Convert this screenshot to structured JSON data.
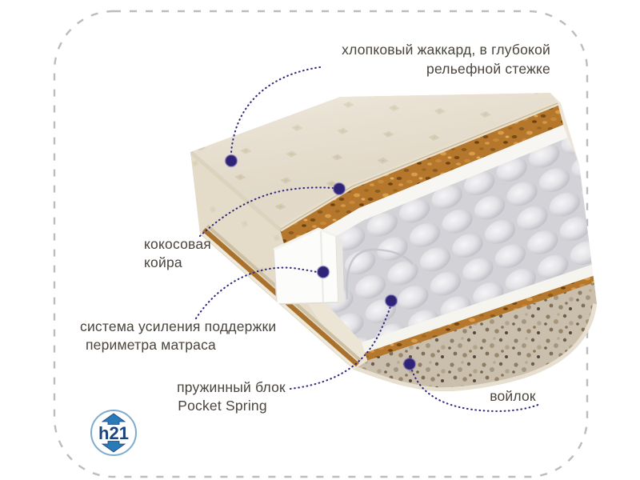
{
  "diagram_title": "mattress-layers-infographic",
  "labels": {
    "jacquard": {
      "line1": "хлопковый жаккард, в глубокой",
      "line2": "рельефной стежке"
    },
    "coir": {
      "line1": "кокосовая",
      "line2": "койра"
    },
    "perimeter": {
      "line1": "система усиления поддержки",
      "line2": "периметра матраса"
    },
    "spring": {
      "line1": "пружинный блок",
      "line2": "Pocket Spring"
    },
    "felt": {
      "line1": "войлок"
    }
  },
  "badge": {
    "text": "h21"
  },
  "colors": {
    "leader_line": "#322a7e",
    "callout_dot": "#2e2376",
    "label_text": "#4a443c",
    "fabric_cream": "#ece4d4",
    "coir_brown": "#b5772c",
    "felt_speckle": "#cabead",
    "badge_arrow_blue": "#2b7ab8",
    "badge_text_navy": "#1d4280",
    "border_dash_gray": "#bcbcbc"
  }
}
